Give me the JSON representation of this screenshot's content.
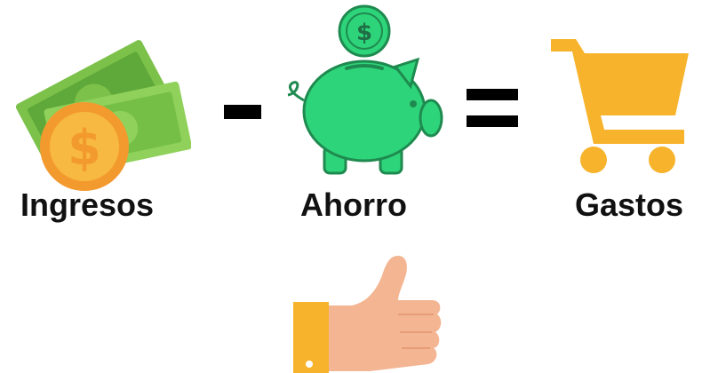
{
  "equation": {
    "income": {
      "label": "Ingresos",
      "icon": "money-coin-icon"
    },
    "minus": {
      "symbol": "-",
      "icon": "minus-sign-icon"
    },
    "savings": {
      "label": "Ahorro",
      "icon": "piggy-bank-icon",
      "coin_symbol": "$"
    },
    "equals": {
      "symbol": "=",
      "icon": "equals-sign-icon"
    },
    "expenses": {
      "label": "Gastos",
      "icon": "shopping-cart-icon"
    }
  },
  "approval": {
    "icon": "thumbs-up-icon"
  },
  "colors": {
    "bill_green": "#6fbb44",
    "coin_orange": "#f39a2e",
    "coin_light": "#f7b941",
    "piggy_green": "#2ed47a",
    "piggy_outline": "#1f8a4f",
    "cart_yellow": "#f7b32b",
    "sleeve_yellow": "#f7b32b",
    "skin": "#f3b592",
    "text": "#111111"
  }
}
